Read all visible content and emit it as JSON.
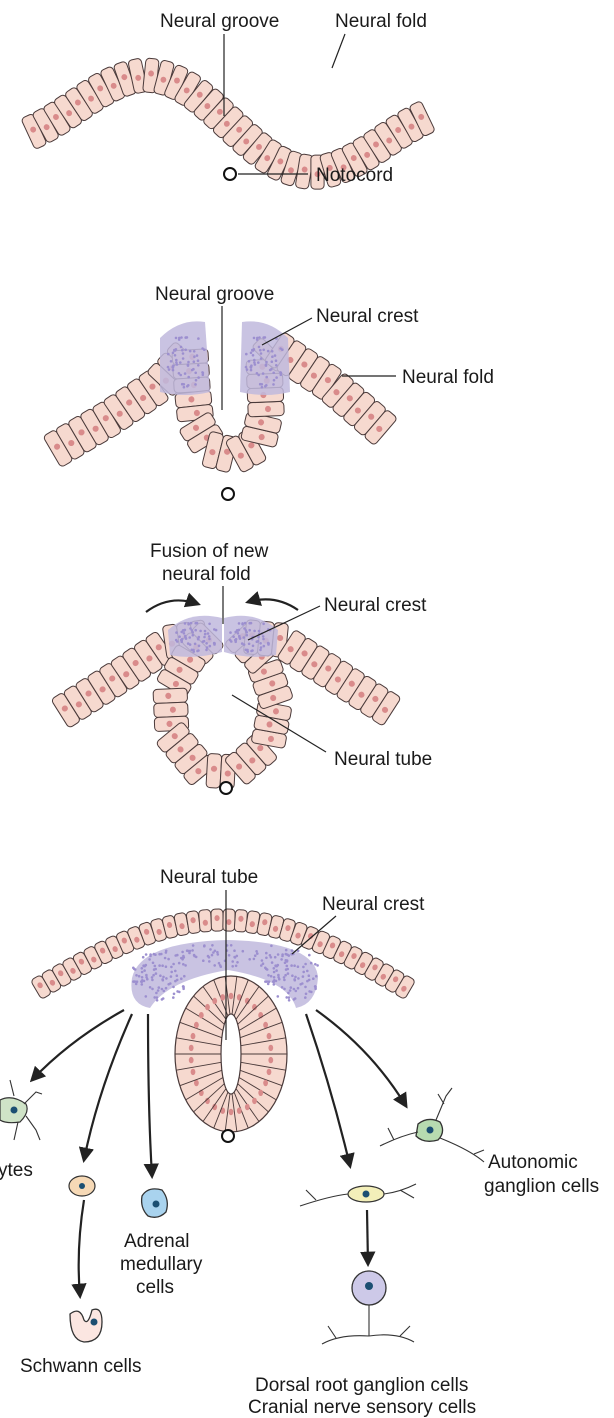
{
  "colors": {
    "cell_fill": "#f6d9cf",
    "nucleus": "#d98b8b",
    "neural_crest": "#9c8fcf",
    "outline": "#4a3a3a"
  },
  "stage1": {
    "neural_groove": "Neural groove",
    "neural_fold": "Neural fold",
    "notocord": "Notocord"
  },
  "stage2": {
    "neural_groove": "Neural groove",
    "neural_crest": "Neural crest",
    "neural_fold": "Neural fold"
  },
  "stage3": {
    "fusion_line1": "Fusion of new",
    "fusion_line2": "neural fold",
    "neural_crest": "Neural crest",
    "neural_tube": "Neural tube"
  },
  "stage4": {
    "neural_tube": "Neural tube",
    "neural_crest": "Neural crest",
    "melanocytes_fragment": "ytes",
    "autonomic_line1": "Autonomic",
    "autonomic_line2": "ganglion cells",
    "adrenal_line1": "Adrenal",
    "adrenal_line2": "medullary",
    "adrenal_line3": "cells",
    "schwann": "Schwann cells",
    "dorsal_root": "Dorsal root ganglion cells",
    "cranial_nerve": "Cranial nerve sensory cells"
  },
  "icons": [
    "notochord-circle-icon",
    "melanocyte-cell-icon",
    "schwann-precursor-icon",
    "schwann-cell-icon",
    "adrenal-cell-icon",
    "bipolar-neuron-icon",
    "dorsal-root-neuron-icon",
    "autonomic-neuron-icon"
  ]
}
